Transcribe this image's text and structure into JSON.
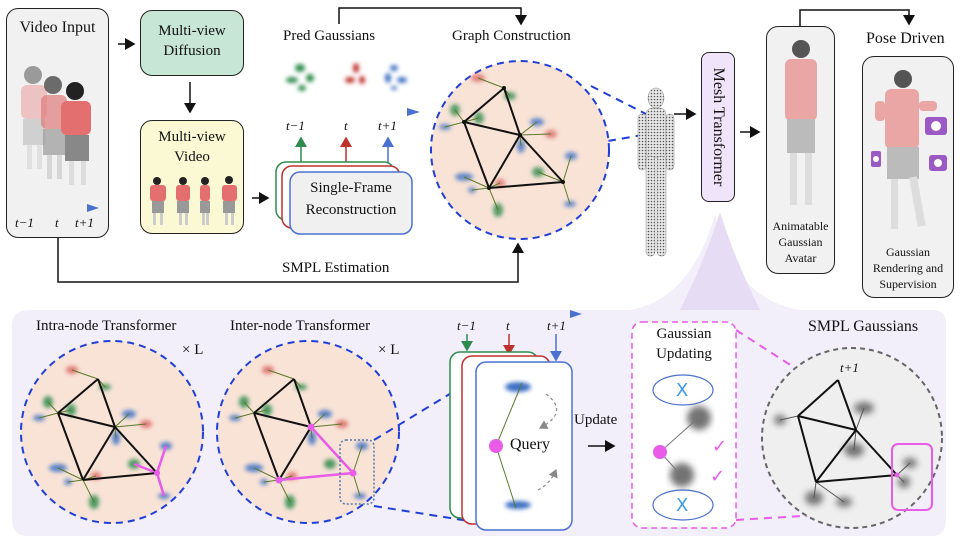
{
  "top": {
    "video_input": {
      "title": "Video Input",
      "time_labels": [
        "t−1",
        "t",
        "t+1"
      ]
    },
    "multiview_diffusion": {
      "label_line1": "Multi-view",
      "label_line2": "Diffusion"
    },
    "multiview_video": {
      "label_line1": "Multi-view",
      "label_line2": "Video"
    },
    "pred_gaussians": {
      "title": "Pred Gaussians",
      "time_labels": [
        "t−1",
        "t",
        "t+1"
      ]
    },
    "single_frame": {
      "label_line1": "Single-Frame",
      "label_line2": "Reconstruction"
    },
    "graph_construction": {
      "title": "Graph Construction"
    },
    "smpl_estimation": {
      "label": "SMPL Estimation"
    },
    "mesh_transformer": {
      "label": "Mesh Transformer"
    },
    "avatar": {
      "label_line1": "Animatable",
      "label_line2": "Gaussian",
      "label_line3": "Avatar"
    },
    "pose_driven": {
      "title": "Pose Driven",
      "label_line1": "Gaussian",
      "label_line2": "Rendering and",
      "label_line3": "Supervision"
    }
  },
  "bottom": {
    "intra_node": {
      "title": "Intra-node Transformer",
      "repeat": "× L"
    },
    "inter_node": {
      "title": "Inter-node Transformer",
      "repeat": "× L"
    },
    "query_stack": {
      "time_labels": [
        "t−1",
        "t",
        "t+1"
      ],
      "query_label": "Query"
    },
    "update": {
      "label": "Update"
    },
    "gaussian_updating": {
      "title_line1": "Gaussian",
      "title_line2": "Updating",
      "reject_mark": "X",
      "accept_mark": "✓"
    },
    "smpl_gaussians": {
      "title": "SMPL Gaussians",
      "time_label": "t+1"
    }
  },
  "colors": {
    "green": "#2e8b4e",
    "red": "#c0302a",
    "blue": "#3d6fc4",
    "magenta": "#e85ce8",
    "diffusion_fill": "#c7e6d6",
    "video_fill": "#fbf8d4",
    "lavender": "#efe9f7",
    "circle_fill": "#f8e3d6",
    "dashed_blue": "#1f3fd6"
  }
}
